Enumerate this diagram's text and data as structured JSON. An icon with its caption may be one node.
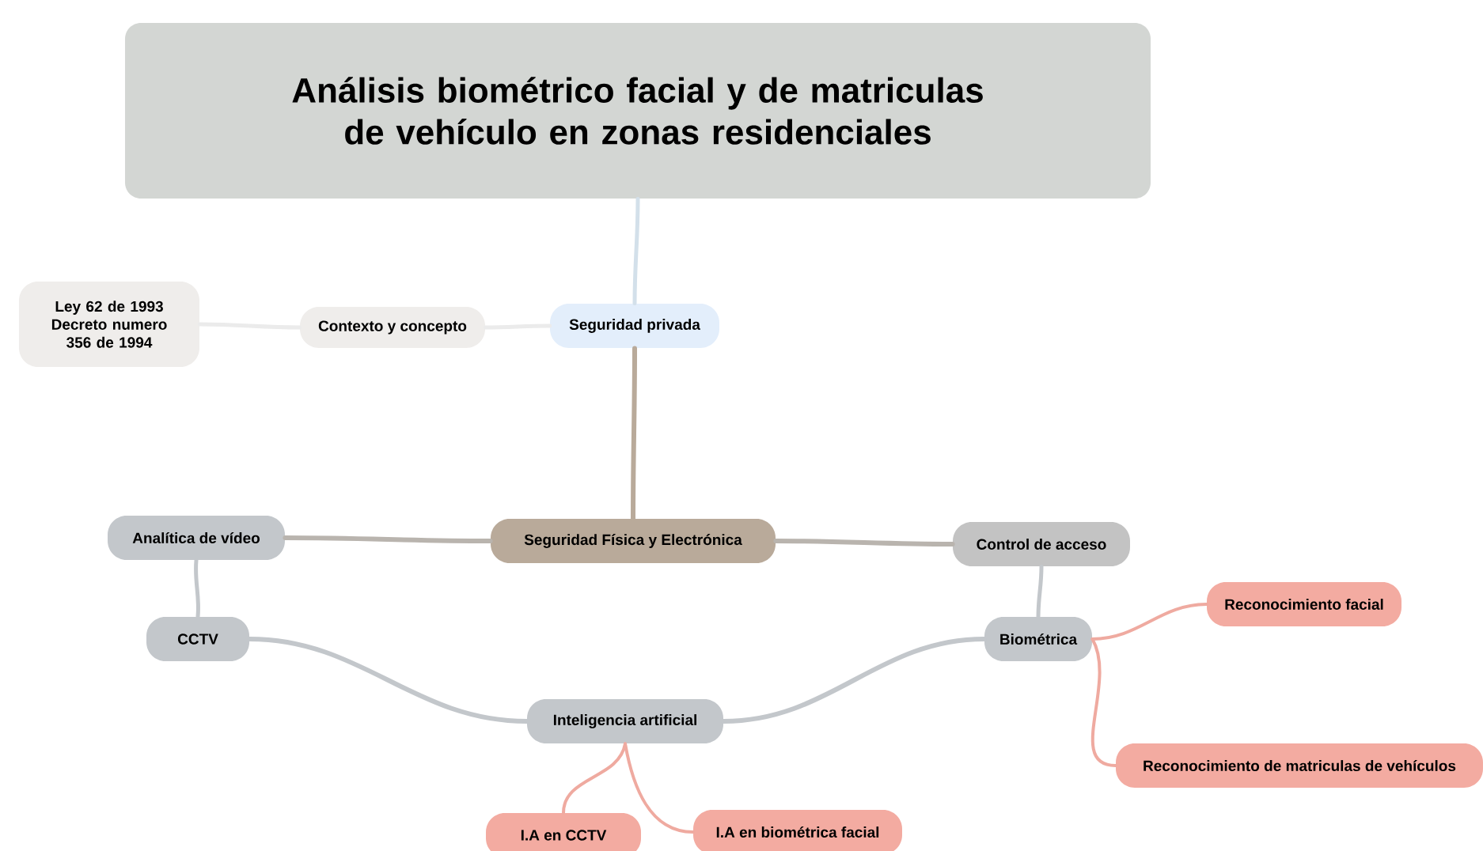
{
  "diagram": {
    "nodes": [
      {
        "text": [
          "Análisis biométrico facial y de matriculas de vehículo en zonas residenciales"
        ]
      },
      {
        "text": [
          "Seguridad privada"
        ]
      },
      {
        "text": [
          "Contexto y concepto"
        ]
      },
      {
        "text": [
          "Ley 62 de 1993 Decreto numero 356 de 1994"
        ]
      },
      {
        "text": [
          "Seguridad Física y Electrónica"
        ]
      },
      {
        "text": [
          "Analítica de vídeo"
        ]
      },
      {
        "text": [
          "Control de acceso"
        ]
      },
      {
        "text": [
          "CCTV"
        ]
      },
      {
        "text": [
          "Biométrica"
        ]
      },
      {
        "text": [
          "Inteligencia artificial"
        ]
      },
      {
        "text": [
          "Reconocimiento facial"
        ]
      },
      {
        "text": [
          "Reconocimiento de matriculas de vehículos"
        ]
      },
      {
        "text": [
          "I.A en CCTV"
        ]
      },
      {
        "text": [
          "I.A en biométrica facial"
        ]
      }
    ],
    "edges": [
      {
        "from": 0,
        "to": 1,
        "arrow": "none",
        "color": "#d3e0ea"
      },
      {
        "from": 1,
        "to": 2,
        "arrow": "none",
        "color": "#ebebeb"
      },
      {
        "from": 2,
        "to": 3,
        "arrow": "none",
        "color": "#ebebeb"
      },
      {
        "from": 1,
        "to": 4,
        "arrow": "none",
        "color": "#b9aa9a"
      },
      {
        "from": 4,
        "to": 5,
        "arrow": "none",
        "color": "#b9b4ae"
      },
      {
        "from": 4,
        "to": 6,
        "arrow": "none",
        "color": "#b9b4ae"
      },
      {
        "from": 5,
        "to": 7,
        "arrow": "none",
        "color": "#c3c7cb"
      },
      {
        "from": 6,
        "to": 8,
        "arrow": "none",
        "color": "#c3c7cb"
      },
      {
        "from": 7,
        "to": 9,
        "arrow": "none",
        "color": "#c3c7cb"
      },
      {
        "from": 8,
        "to": 9,
        "arrow": "none",
        "color": "#c3c7cb"
      },
      {
        "from": 8,
        "to": 10,
        "arrow": "none",
        "color": "#efaaa0"
      },
      {
        "from": 8,
        "to": 11,
        "arrow": "none",
        "color": "#efaaa0"
      },
      {
        "from": 9,
        "to": 12,
        "arrow": "none",
        "color": "#efaaa0"
      },
      {
        "from": 9,
        "to": 13,
        "arrow": "none",
        "color": "#efaaa0"
      }
    ]
  }
}
